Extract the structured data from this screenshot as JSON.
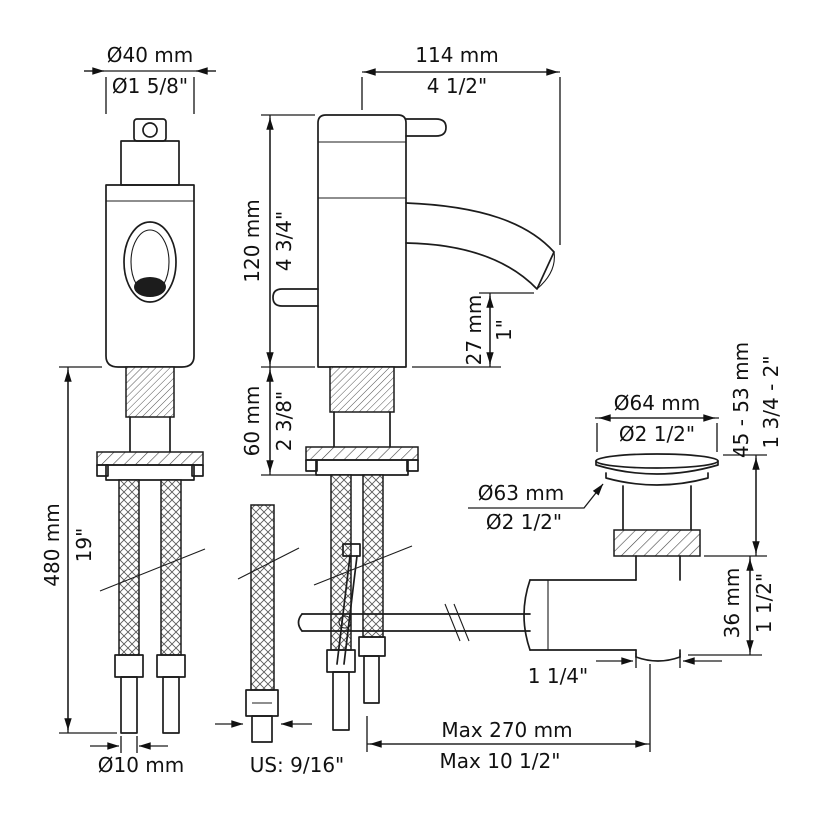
{
  "drawing": {
    "front": {
      "top_dia_mm": "Ø40 mm",
      "top_dia_in": "Ø1 5/8\"",
      "hose_len_mm": "480 mm",
      "hose_len_in": "19\"",
      "hose_dia_mm": "Ø10 mm"
    },
    "side": {
      "reach_mm": "114 mm",
      "reach_in": "4 1/2\"",
      "height_mm": "120 mm",
      "height_in": "4 3/4\"",
      "clearance_mm": "27 mm",
      "clearance_in": "1\"",
      "shank_mm": "60 mm",
      "shank_in": "2 3/8\"",
      "supply_fitting": "US: 9/16\""
    },
    "drain": {
      "flange_dia_mm": "Ø64 mm",
      "flange_dia_in": "Ø2 1/2\"",
      "body_dia_mm": "Ø63 mm",
      "body_dia_in": "Ø2 1/2\"",
      "deck_range_mm": "45 - 53 mm",
      "deck_range_in": "1 3/4 - 2\"",
      "height_mm": "36 mm",
      "height_in": "1 1/2\"",
      "tail_dia_in": "1 1/4\"",
      "max_dist_mm": "Max 270 mm",
      "max_dist_in": "Max 10 1/2\""
    }
  }
}
